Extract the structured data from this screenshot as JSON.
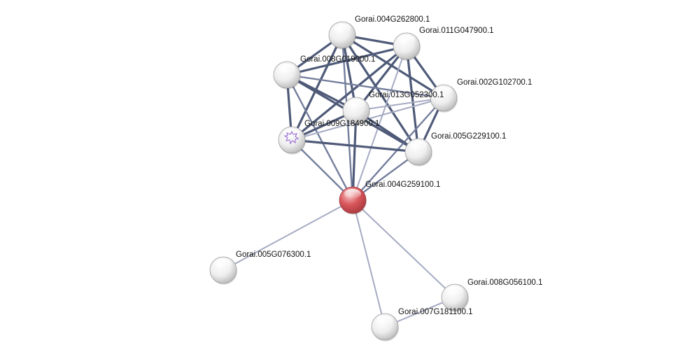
{
  "network": {
    "nodes": [
      {
        "id": "n1",
        "label": "Gorai.004G262800.1",
        "color": "#e6e6e6"
      },
      {
        "id": "n2",
        "label": "Gorai.011G047900.1",
        "color": "#e6e6e6"
      },
      {
        "id": "n3",
        "label": "Gorai.008G019000.1",
        "color": "#e6e6e6"
      },
      {
        "id": "n4",
        "label": "Gorai.002G102700.1",
        "color": "#e6e6e6"
      },
      {
        "id": "n5",
        "label": "Gorai.013G052300.1",
        "color": "#e6e6e6"
      },
      {
        "id": "n6",
        "label": "Gorai.009G184900.1",
        "color": "#e6e6e6",
        "has_structure_icon": true
      },
      {
        "id": "n7",
        "label": "Gorai.005G229100.1",
        "color": "#e6e6e6"
      },
      {
        "id": "n8",
        "label": "Gorai.004G259100.1",
        "color": "#d9575c",
        "query": true
      },
      {
        "id": "n9",
        "label": "Gorai.005G076300.1",
        "color": "#e6e6e6"
      },
      {
        "id": "n10",
        "label": "Gorai.008G056100.1",
        "color": "#e6e6e6"
      },
      {
        "id": "n11",
        "label": "Gorai.007G181100.1",
        "color": "#e6e6e6"
      }
    ],
    "edges": [
      {
        "from": "n1",
        "to": "n2",
        "strength": "strong"
      },
      {
        "from": "n1",
        "to": "n3",
        "strength": "strong"
      },
      {
        "from": "n1",
        "to": "n4",
        "strength": "strong"
      },
      {
        "from": "n1",
        "to": "n5",
        "strength": "strong"
      },
      {
        "from": "n1",
        "to": "n6",
        "strength": "strong"
      },
      {
        "from": "n1",
        "to": "n7",
        "strength": "strong"
      },
      {
        "from": "n1",
        "to": "n8",
        "strength": "medium"
      },
      {
        "from": "n2",
        "to": "n3",
        "strength": "strong"
      },
      {
        "from": "n2",
        "to": "n4",
        "strength": "strong"
      },
      {
        "from": "n2",
        "to": "n5",
        "strength": "strong"
      },
      {
        "from": "n2",
        "to": "n6",
        "strength": "strong"
      },
      {
        "from": "n2",
        "to": "n7",
        "strength": "strong"
      },
      {
        "from": "n2",
        "to": "n8",
        "strength": "weak"
      },
      {
        "from": "n3",
        "to": "n4",
        "strength": "medium"
      },
      {
        "from": "n3",
        "to": "n5",
        "strength": "strong"
      },
      {
        "from": "n3",
        "to": "n6",
        "strength": "strong"
      },
      {
        "from": "n3",
        "to": "n7",
        "strength": "strong"
      },
      {
        "from": "n3",
        "to": "n8",
        "strength": "medium"
      },
      {
        "from": "n4",
        "to": "n5",
        "strength": "weak"
      },
      {
        "from": "n4",
        "to": "n6",
        "strength": "weak"
      },
      {
        "from": "n4",
        "to": "n7",
        "strength": "strong"
      },
      {
        "from": "n4",
        "to": "n8",
        "strength": "medium"
      },
      {
        "from": "n5",
        "to": "n6",
        "strength": "strong"
      },
      {
        "from": "n5",
        "to": "n7",
        "strength": "strong"
      },
      {
        "from": "n5",
        "to": "n8",
        "strength": "strong"
      },
      {
        "from": "n6",
        "to": "n7",
        "strength": "strong"
      },
      {
        "from": "n6",
        "to": "n8",
        "strength": "medium"
      },
      {
        "from": "n7",
        "to": "n8",
        "strength": "medium"
      },
      {
        "from": "n8",
        "to": "n9",
        "strength": "weak"
      },
      {
        "from": "n8",
        "to": "n10",
        "strength": "weak"
      },
      {
        "from": "n8",
        "to": "n11",
        "strength": "weak"
      },
      {
        "from": "n10",
        "to": "n11",
        "strength": "weak"
      }
    ],
    "edge_colors": {
      "strong": "#4e5a78",
      "medium": "#747e9c",
      "weak": "#a6abc3"
    },
    "structure_icon_color": "#9b6dcf"
  }
}
